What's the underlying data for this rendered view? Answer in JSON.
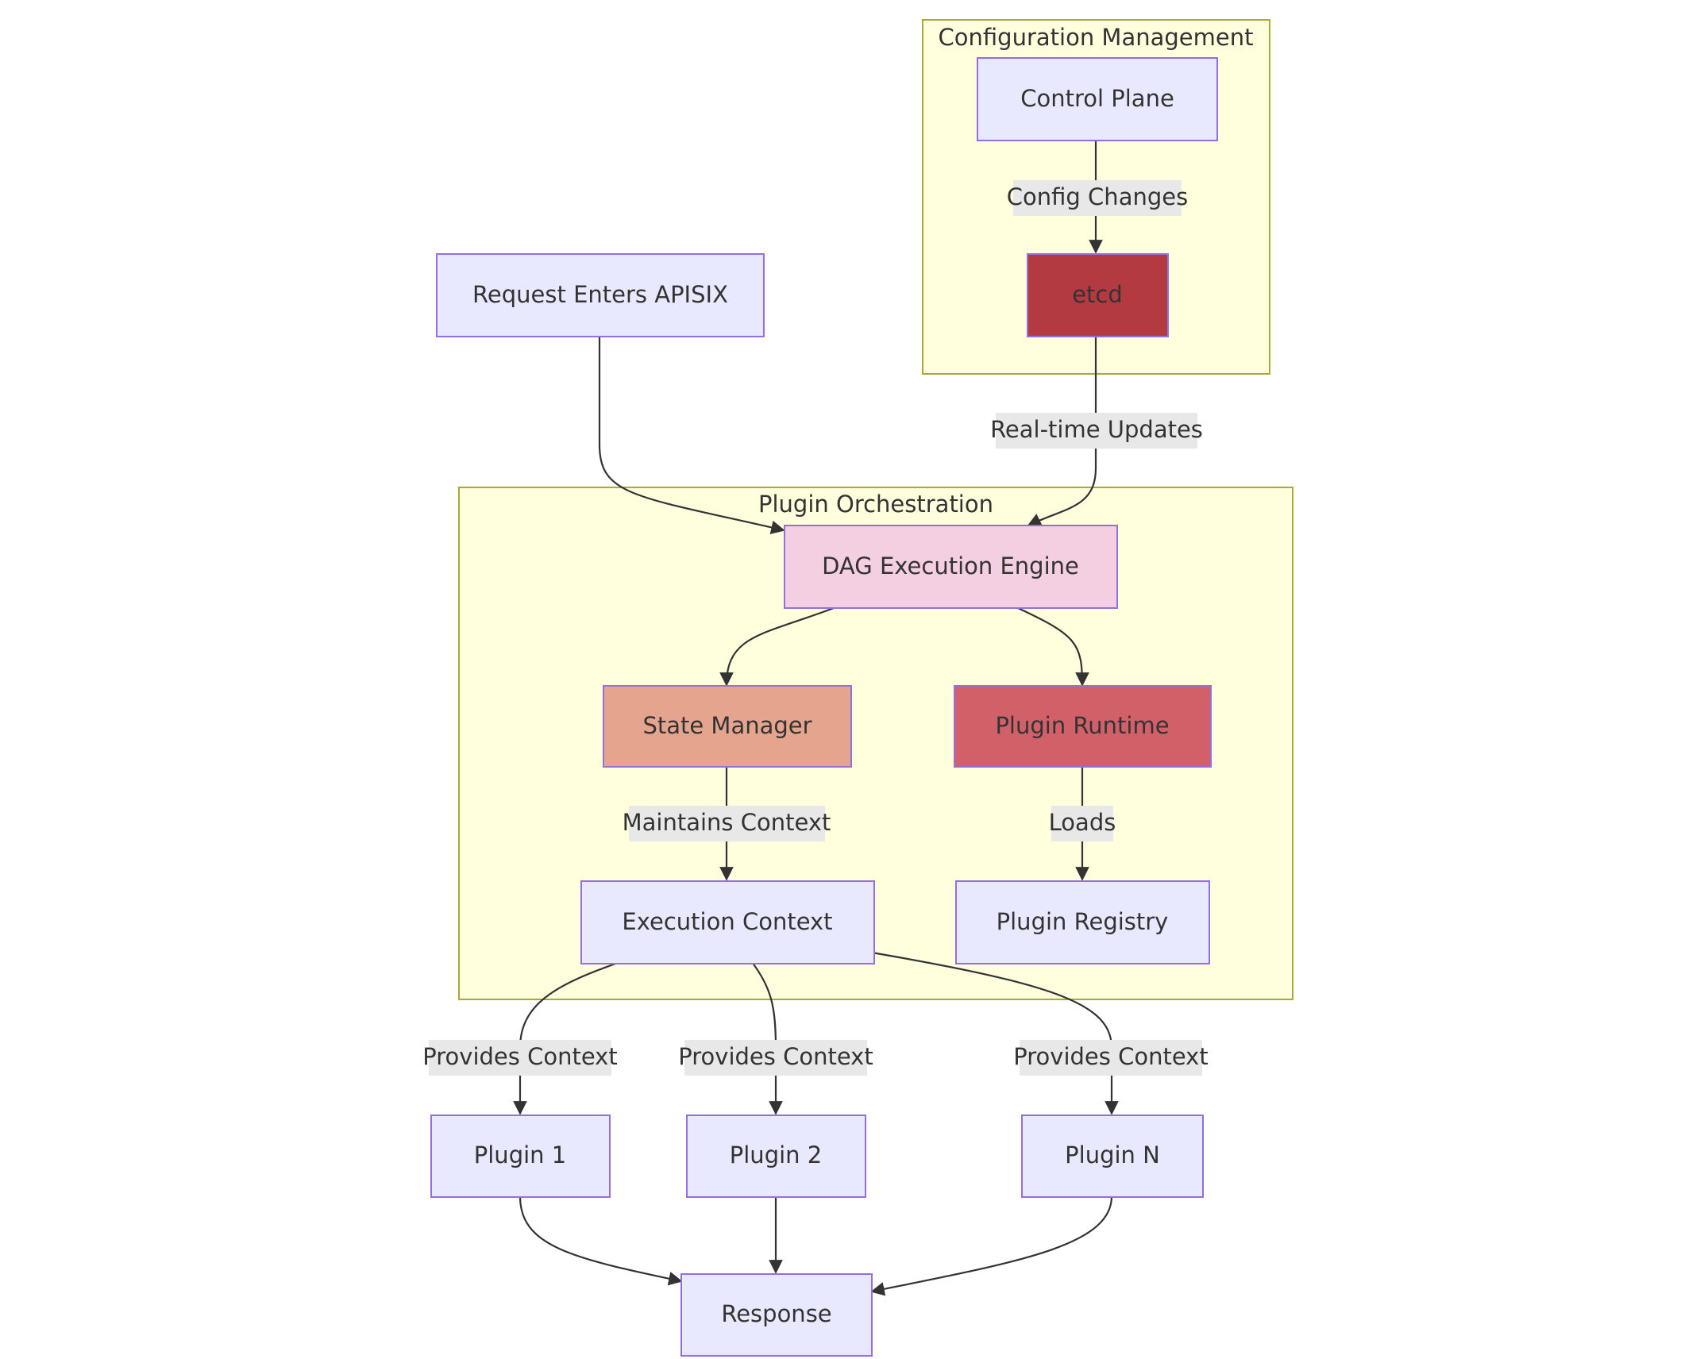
{
  "groups": {
    "config": {
      "label": "Configuration Management"
    },
    "orchestration": {
      "label": "Plugin Orchestration"
    }
  },
  "nodes": {
    "control_plane": {
      "label": "Control Plane",
      "color": "#e8e8ff"
    },
    "etcd": {
      "label": "etcd",
      "color": "#b43a42"
    },
    "request": {
      "label": "Request Enters APISIX",
      "color": "#e8e8ff"
    },
    "dag": {
      "label": "DAG Execution Engine",
      "color": "#f4cfe1"
    },
    "state_manager": {
      "label": "State Manager",
      "color": "#e5a48e"
    },
    "plugin_runtime": {
      "label": "Plugin Runtime",
      "color": "#d26069"
    },
    "execution_context": {
      "label": "Execution Context",
      "color": "#e8e8ff"
    },
    "plugin_registry": {
      "label": "Plugin Registry",
      "color": "#e8e8ff"
    },
    "plugin1": {
      "label": "Plugin 1",
      "color": "#e8e8ff"
    },
    "plugin2": {
      "label": "Plugin 2",
      "color": "#e8e8ff"
    },
    "pluginN": {
      "label": "Plugin N",
      "color": "#e8e8ff"
    },
    "response": {
      "label": "Response",
      "color": "#e8e8ff"
    }
  },
  "edges": {
    "config_changes": {
      "label": "Config Changes"
    },
    "realtime_updates": {
      "label": "Real-time Updates"
    },
    "maintains_context": {
      "label": "Maintains Context"
    },
    "loads": {
      "label": "Loads"
    },
    "provides_context_1": {
      "label": "Provides Context"
    },
    "provides_context_2": {
      "label": "Provides Context"
    },
    "provides_context_n": {
      "label": "Provides Context"
    }
  }
}
